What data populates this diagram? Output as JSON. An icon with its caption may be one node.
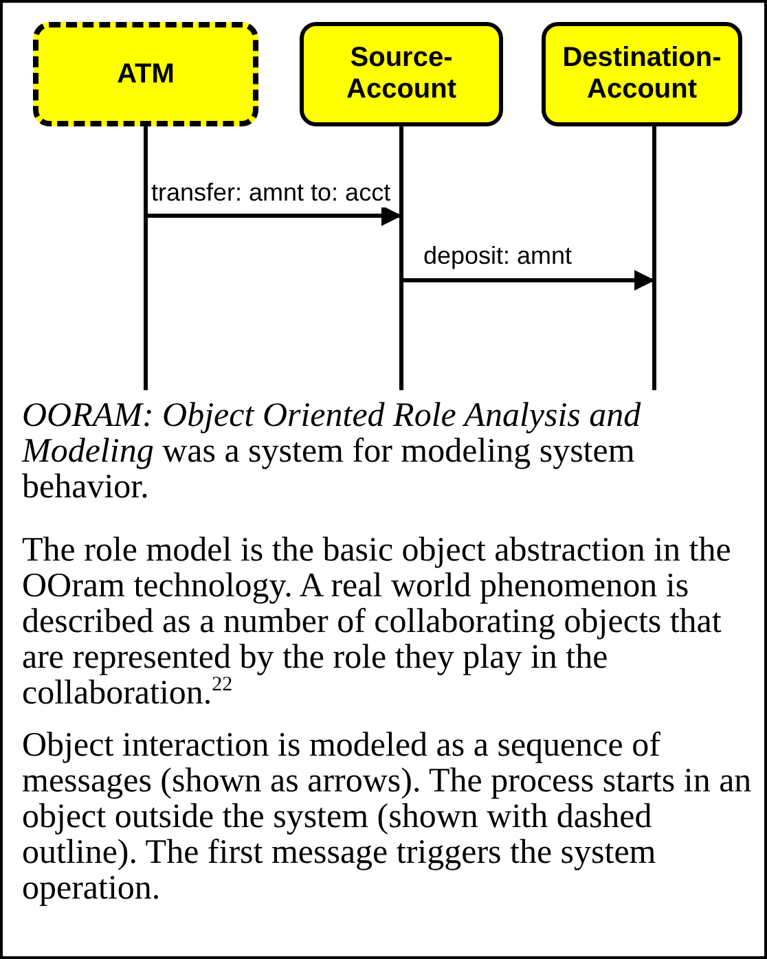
{
  "diagram": {
    "nodes": [
      {
        "text": [
          "ATM"
        ]
      },
      {
        "text": [
          "Source- Account"
        ]
      },
      {
        "text": [
          "Destination- Account"
        ]
      }
    ],
    "edges": [
      {
        "from": 0,
        "to": 1,
        "arrow": "to",
        "label": "transfer: amnt to: acct"
      },
      {
        "from": 1,
        "to": 2,
        "arrow": "to",
        "label": "deposit: amnt"
      }
    ],
    "labels": [
      "*OORAM: Object Oriented Role Analysis and Modeling* was a system for modeling system behavior.",
      "The role model is the basic object abstraction in the OOram technology. A real world phenomenon is described as a number of collaborating objects that are represented by the role they play in the collaboration.$^{22}$",
      "Object interaction is modeled as a sequence of messages (shown as arrows). The process starts in an object outside the system (shown with dashed outline). The first message triggers the system operation."
    ]
  }
}
